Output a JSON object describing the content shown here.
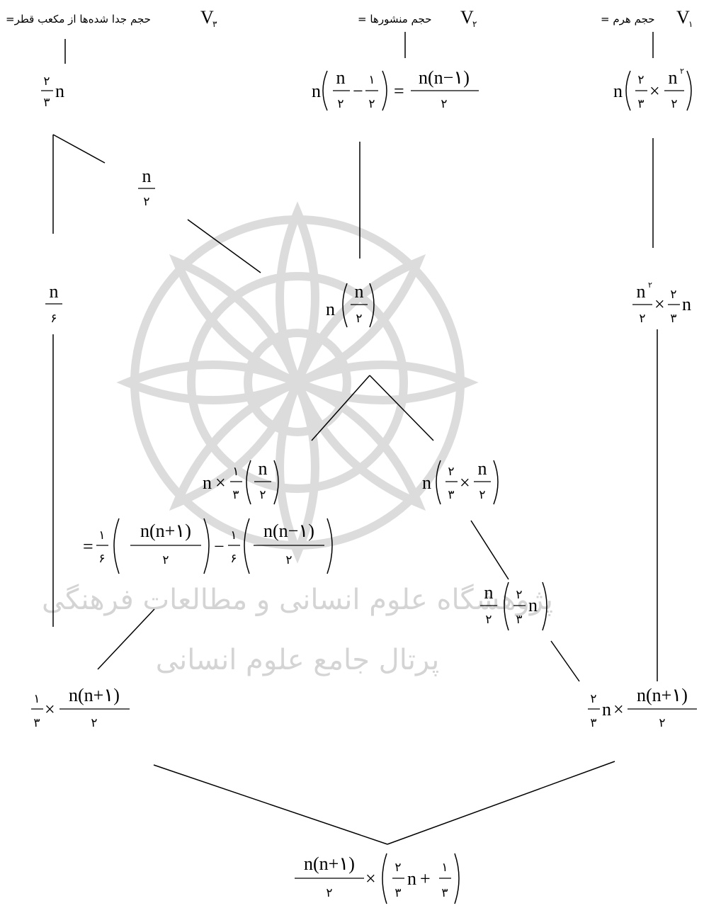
{
  "headers": {
    "v1": {
      "symbol": "V",
      "sub": "۱",
      "label": "= حجم هرم"
    },
    "v2": {
      "symbol": "V",
      "sub": "۲",
      "label": "= حجم منشورها"
    },
    "v3": {
      "symbol": "V",
      "sub": "۳",
      "label": "=حجم جدا شده‌ها از مکعب قطر"
    }
  },
  "watermark": {
    "line1": "پژوهشگاه علوم انسانی و مطالعات فرهنگی",
    "line2": "پرتال جامع علوم انسانی"
  },
  "sym": {
    "n": "n",
    "times": "×",
    "minus": "−",
    "plus": "+",
    "eq": "=",
    "one": "۱",
    "two": "۲",
    "three": "۳",
    "six": "۶",
    "sup2": "۲",
    "lp": "(",
    "rp": ")",
    "nm1": "n(n−۱)",
    "np1": "n(n+۱)",
    "n_np1": "n(n+۱)"
  }
}
